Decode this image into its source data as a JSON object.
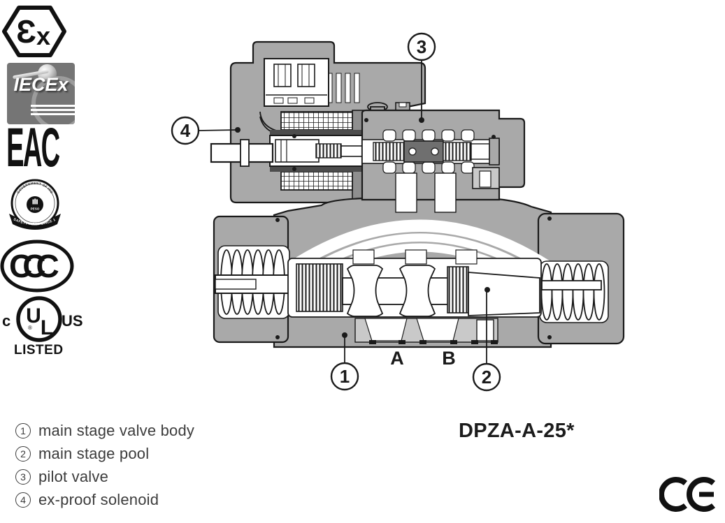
{
  "certifications": {
    "atex": {
      "text_epsilon": "Ɛ",
      "text_x": "x"
    },
    "iecex": {
      "text": "IECEx"
    },
    "eac": {
      "text": "EAC"
    },
    "peso": {
      "arc_text": "GOVERNMENT OF INDIA",
      "center_text": "PESO",
      "ribbon_text": "SAFETY FIRST•SINCE 1898"
    },
    "ccc": {
      "text": "CCC"
    },
    "ul": {
      "letter_u": "U",
      "letter_l": "L",
      "left_text": "c",
      "right_text": "US",
      "listed_text": "LISTED",
      "registered_text": "®"
    },
    "ce": {
      "text": "CE"
    }
  },
  "diagram": {
    "port_labels": {
      "a": "A",
      "b": "B"
    },
    "callouts": [
      {
        "number": "1"
      },
      {
        "number": "2"
      },
      {
        "number": "3"
      },
      {
        "number": "4"
      }
    ],
    "colors": {
      "body_gray": "#a9a9a9",
      "light_gray": "#c9c9c9",
      "dark_gray": "#6f6f6f",
      "outline": "#1a1a1a"
    }
  },
  "legend": {
    "items": [
      {
        "number": "1",
        "label": "main stage valve body"
      },
      {
        "number": "2",
        "label": "main stage pool"
      },
      {
        "number": "3",
        "label": "pilot valve"
      },
      {
        "number": "4",
        "label": "ex-proof solenoid"
      }
    ]
  },
  "model_code": "DPZA-A-25*"
}
